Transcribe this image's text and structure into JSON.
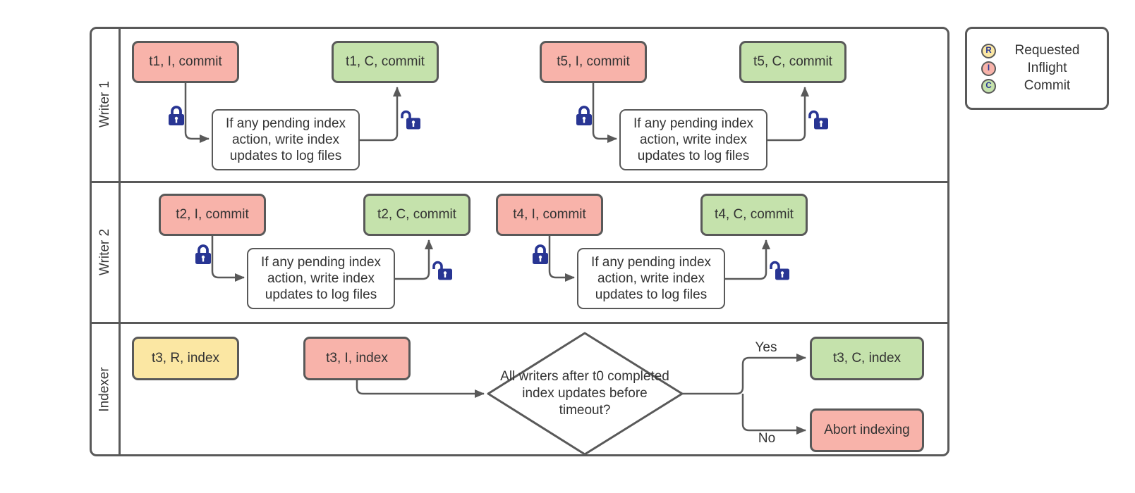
{
  "canvas": {
    "background": "#ffffff"
  },
  "colors": {
    "line_gray": "#595959",
    "requested_yellow": "#fbe7a3",
    "inflight_pink": "#f8b3aa",
    "commit_green": "#c5e2ac",
    "process_white": "#ffffff",
    "lock_navy": "#283593",
    "text_dark": "#333333"
  },
  "icons": {
    "closed_lock": "closed-padlock",
    "open_lock": "open-padlock",
    "arrowhead": "triangle-arrowhead"
  },
  "swimlanes": {
    "lanes": [
      {
        "label": "Writer 1"
      },
      {
        "label": "Writer 2"
      },
      {
        "label": "Indexer"
      }
    ]
  },
  "process_note": "If any pending index action, write index updates to log files",
  "nodes": {
    "t1_inflight": "t1, I, commit",
    "t1_commit": "t1, C, commit",
    "t5_inflight": "t5, I, commit",
    "t5_commit": "t5, C, commit",
    "t2_inflight": "t2, I, commit",
    "t2_commit": "t2, C, commit",
    "t4_inflight": "t4, I, commit",
    "t4_commit": "t4, C, commit",
    "t3_requested": "t3, R, index",
    "t3_inflight": "t3, I, index",
    "t3_commit": "t3, C, index",
    "abort": "Abort indexing"
  },
  "decision": {
    "question": "All writers after t0 completed index updates before timeout?",
    "yes_label": "Yes",
    "no_label": "No"
  },
  "legend": {
    "items": [
      {
        "letter": "R",
        "label": "Requested",
        "color": "#fbe7a3"
      },
      {
        "letter": "I",
        "label": "Inflight",
        "color": "#f8b3aa"
      },
      {
        "letter": "C",
        "label": "Commit",
        "color": "#c5e2ac"
      }
    ]
  }
}
